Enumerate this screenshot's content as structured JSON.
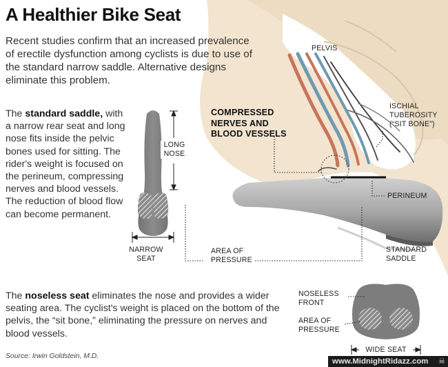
{
  "title": "A Healthier Bike Seat",
  "intro": "Recent studies confirm that an increased prevalence of erectile dysfunction among cyclists is due to use of the standard narrow saddle. Alternative designs eliminate this problem.",
  "standard_saddle": {
    "lead": "The ",
    "bold": "standard saddle,",
    "rest": " with a narrow rear seat and long nose fits inside the pelvic bones used for sitting. The rider's weight is focused on the perineum, compressing nerves and blood vessels. The reduction of blood flow can become permanent."
  },
  "noseless_seat": {
    "lead": "The ",
    "bold": "noseless seat",
    "rest": " eliminates the nose and provides a wider seating area. The cyclist's weight is placed on the bottom of the pelvis, the “sit bone,” eliminating the pressure on nerves and blood vessels."
  },
  "labels": {
    "long_nose_1": "LONG",
    "long_nose_2": "NOSE",
    "narrow_seat_1": "NARROW",
    "narrow_seat_2": "SEAT",
    "area_of_pressure_1": "AREA OF",
    "area_of_pressure_2": "PRESSURE",
    "compressed_1": "COMPRESSED",
    "compressed_2": "NERVES AND",
    "compressed_3": "BLOOD VESSELS",
    "pelvis": "PELVIS",
    "ischial_1": "ISCHIAL",
    "ischial_2": "TUBEROSITY",
    "ischial_3": "(“SIT BONE”)",
    "perineum": "PERINEUM",
    "standard_saddle_1": "STANDARD",
    "standard_saddle_2": "SADDLE",
    "noseless_front_1": "NOSELESS",
    "noseless_front_2": "FRONT",
    "area_of_pressure_b1": "AREA OF",
    "area_of_pressure_b2": "PRESSURE",
    "wide_seat": "WIDE SEAT"
  },
  "source": "Source: Irwin Goldstein, M.D.",
  "watermark": "www.MidnightRidazz.com",
  "colors": {
    "skin": "#f2e4cf",
    "bone": "#ffffff",
    "saddle": "#7a7a7a",
    "nerve_blue": "#6f99b3",
    "vessel_red": "#c9745a"
  }
}
